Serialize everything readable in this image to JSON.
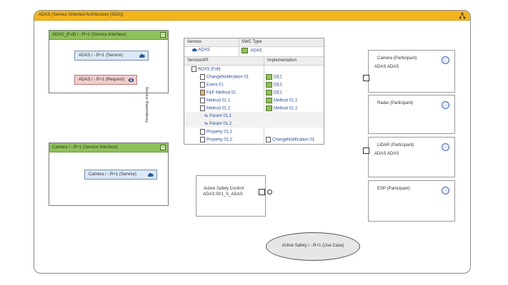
{
  "frame": {
    "title": "ADAS (Service Oriented Architecture (SOA))"
  },
  "interface_full": {
    "title": "ADAS_(Full) / -.R+1 (Service Interface)",
    "service": "ADAS / -.R+1 (Service)",
    "request": "ADAS / -.R+1 (Request)"
  },
  "dependency_label": "Service Dependency",
  "interface_camera": {
    "title": "Camera / -.R+1 (Service Interface)",
    "service": "Camera / -.R+1 (Service)"
  },
  "table": {
    "top_headers": [
      "Service",
      "SWC Type"
    ],
    "top_values": [
      "ADAS",
      "ADAS"
    ],
    "headers": [
      "ServiceAPI",
      "Implementation"
    ],
    "rows": [
      {
        "name": "ADAS (Full)",
        "impl": ""
      },
      {
        "name": "ChangeNotification 01",
        "impl": "DE2"
      },
      {
        "name": "Event 01",
        "impl": "DE3"
      },
      {
        "name": "F&F Method 01",
        "impl": "DE1"
      },
      {
        "name": "Method 01.1",
        "impl": "Method 01.1"
      },
      {
        "name": "Method 01.2",
        "impl": "Method 01.2"
      },
      {
        "name": "Param 01.1",
        "impl": ""
      },
      {
        "name": "Param 01.2",
        "impl": ""
      },
      {
        "name": "Property 01.1",
        "impl": ""
      },
      {
        "name": "Property 01.2",
        "impl": "ChangeNotification 01"
      }
    ]
  },
  "participants": [
    {
      "title": "Camera (Participant)",
      "value": "ADAS:ADAS"
    },
    {
      "title": "Radar (Participant)",
      "value": ""
    },
    {
      "title": "LiDAR (Participant)",
      "value": "ADAS:ADAS"
    },
    {
      "title": "ESP (Participant)",
      "value": ""
    }
  ],
  "active_safety": {
    "title": "Active Safety Control",
    "value": "ADAS:S01_S_ADAS"
  },
  "use_case": "Active Safety / -.R+1 (Use Case)",
  "colors": {
    "header": "#f3b51b",
    "interface_header": "#8fc15a",
    "service_fill": "#dbe8f5",
    "request_fill": "#f3cdcd",
    "use_case_fill": "#e6e6e6"
  }
}
